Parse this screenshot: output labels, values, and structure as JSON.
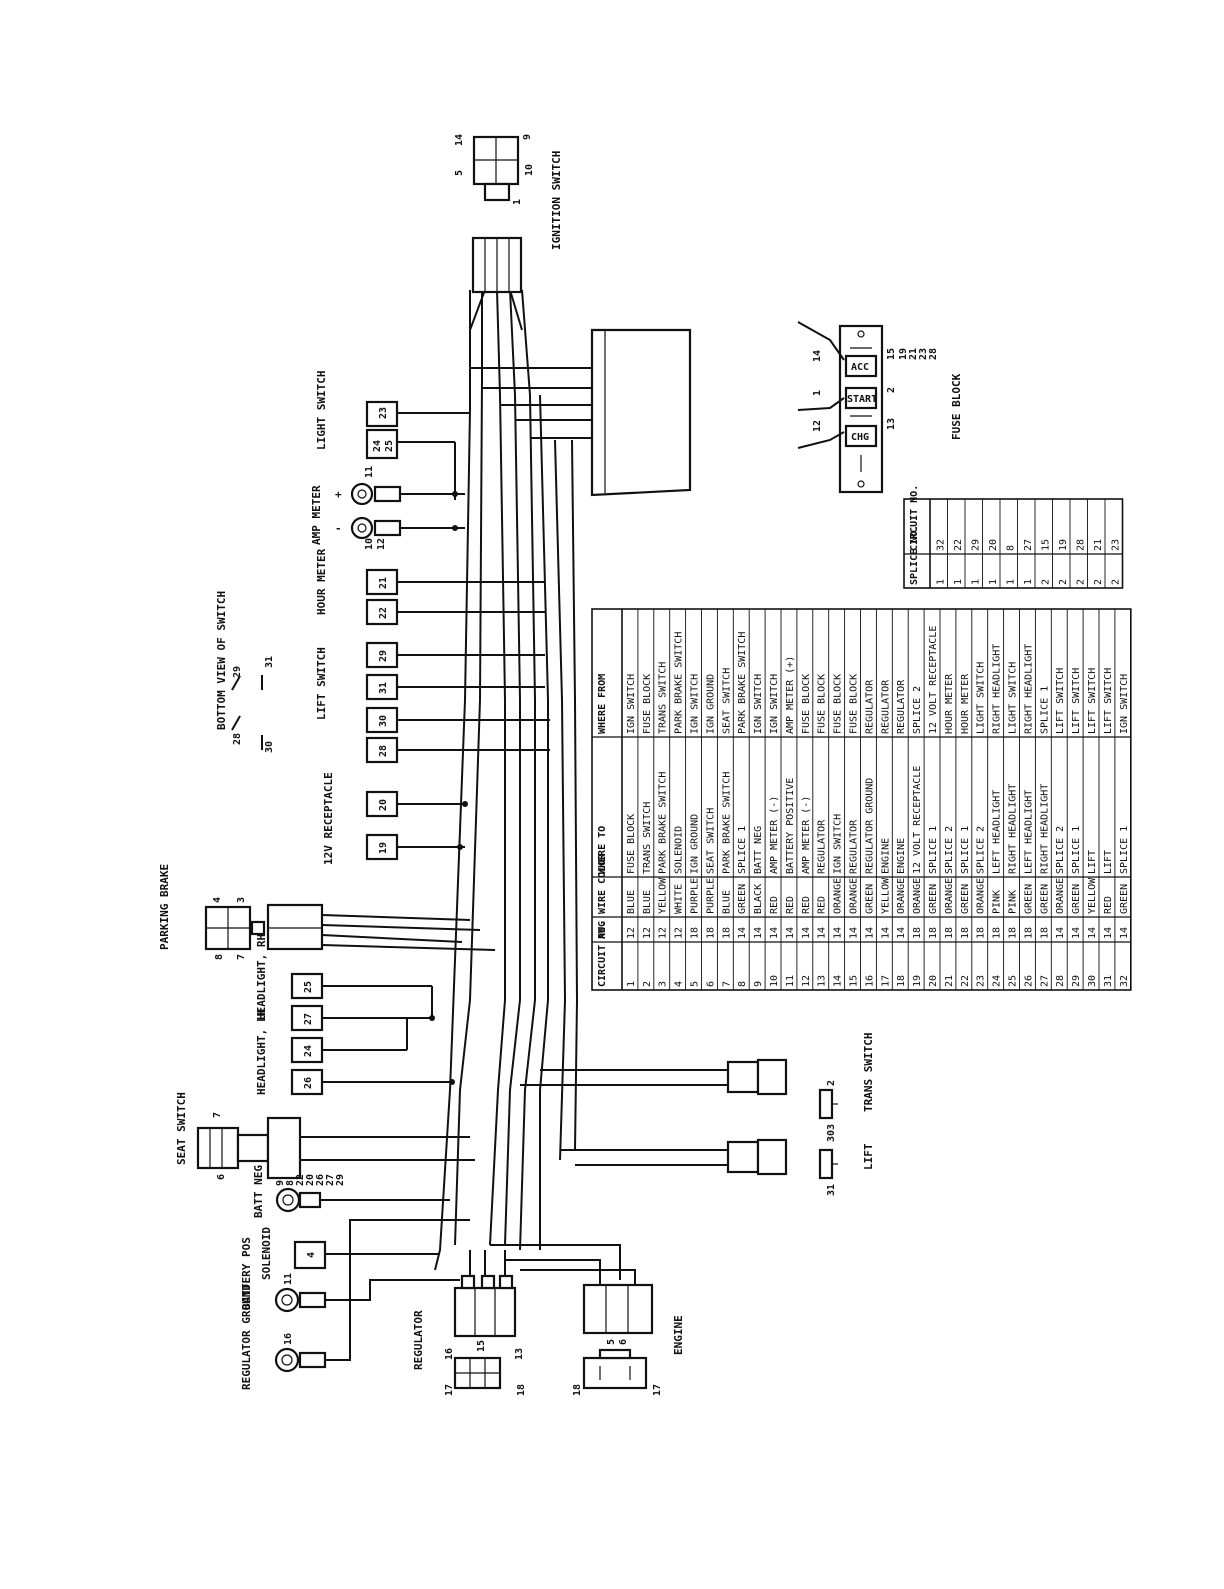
{
  "labels": {
    "ignition_switch": "IGNITION SWITCH",
    "light_switch": "LIGHT SWITCH",
    "amp_meter": "AMP METER",
    "hour_meter": "HOUR METER",
    "lift_switch": "LIFT SWITCH",
    "bottom_view": "BOTTOM VIEW OF SWITCH",
    "receptacle": "12V RECEPTACLE",
    "parking_brake": "PARKING BRAKE",
    "headlight_lh": "HEADLIGHT, LH",
    "headlight_rh": "HEADLIGHT, RH",
    "seat_switch": "SEAT SWITCH",
    "batt_neg": "BATT NEG",
    "solenoid": "SOLENOID",
    "battery_pos": "BATTERY POS",
    "regulator_ground": "REGULATOR GROUND",
    "regulator": "REGULATOR",
    "engine": "ENGINE",
    "lift": "LIFT",
    "trans_switch": "TRANS SWITCH",
    "fuse_block": "FUSE BLOCK",
    "fuse_acc": "ACC",
    "fuse_start": "START",
    "fuse_chg": "CHG",
    "amp_plus": "+",
    "amp_minus": "-"
  },
  "pin_numbers": {
    "ign": [
      "5",
      "14",
      "9",
      "1",
      "10"
    ],
    "light": [
      "23",
      "24",
      "25"
    ],
    "amp": [
      "11",
      "10",
      "12"
    ],
    "hour": [
      "21",
      "22"
    ],
    "lift": [
      "29",
      "31",
      "30"
    ],
    "lift_bottom": [
      "28",
      "29",
      "30",
      "31"
    ],
    "receptacle": [
      "28",
      "20",
      "19"
    ],
    "parking": [
      "8",
      "4",
      "3",
      "7"
    ],
    "headlights": [
      "26",
      "24",
      "27",
      "25"
    ],
    "seat": [
      "7",
      "6"
    ],
    "batt_neg": [
      "9",
      "8",
      "22",
      "20",
      "26",
      "27",
      "29"
    ],
    "solenoid": [
      "4"
    ],
    "battery_pos": [
      "11"
    ],
    "regulator_ground": [
      "16"
    ],
    "regulator": [
      "16",
      "15",
      "13",
      "17",
      "18"
    ],
    "engine": [
      "5",
      "6",
      "18",
      "17"
    ],
    "lift_conn": [
      "30",
      "31"
    ],
    "trans": [
      "3",
      "2"
    ],
    "fuse_top": [
      "14",
      "1",
      "12"
    ],
    "fuse_bottom": [
      "2",
      "13"
    ],
    "fuse_acc_side": [
      "15",
      "19",
      "21",
      "23",
      "28"
    ]
  },
  "circuit_table": {
    "headers": [
      "CIRCUIT NO.",
      "AWG",
      "WIRE COLOR",
      "WHERE TO",
      "WHERE FROM"
    ],
    "rows": [
      [
        "1",
        "12",
        "BLUE",
        "FUSE BLOCK",
        "IGN SWITCH"
      ],
      [
        "2",
        "12",
        "BLUE",
        "TRANS SWITCH",
        "FUSE BLOCK"
      ],
      [
        "3",
        "12",
        "YELLOW",
        "PARK BRAKE SWITCH",
        "TRANS SWITCH"
      ],
      [
        "4",
        "12",
        "WHITE",
        "SOLENOID",
        "PARK BRAKE SWITCH"
      ],
      [
        "5",
        "18",
        "PURPLE",
        "IGN GROUND",
        "IGN SWITCH"
      ],
      [
        "6",
        "18",
        "PURPLE",
        "SEAT SWITCH",
        "IGN GROUND"
      ],
      [
        "7",
        "18",
        "BLUE",
        "PARK BRAKE SWITCH",
        "SEAT SWITCH"
      ],
      [
        "8",
        "14",
        "GREEN",
        "SPLICE 1",
        "PARK BRAKE SWITCH"
      ],
      [
        "9",
        "14",
        "BLACK",
        "BATT NEG",
        "IGN SWITCH"
      ],
      [
        "10",
        "14",
        "RED",
        "AMP METER (-)",
        "IGN SWITCH"
      ],
      [
        "11",
        "14",
        "RED",
        "BATTERY POSITIVE",
        "AMP METER (+)"
      ],
      [
        "12",
        "14",
        "RED",
        "AMP METER (-)",
        "FUSE BLOCK"
      ],
      [
        "13",
        "14",
        "RED",
        "REGULATOR",
        "FUSE BLOCK"
      ],
      [
        "14",
        "14",
        "ORANGE",
        "IGN SWITCH",
        "FUSE BLOCK"
      ],
      [
        "15",
        "14",
        "ORANGE",
        "REGULATOR",
        "FUSE BLOCK"
      ],
      [
        "16",
        "14",
        "GREEN",
        "REGULATOR GROUND",
        "REGULATOR"
      ],
      [
        "17",
        "14",
        "YELLOW",
        "ENGINE",
        "REGULATOR"
      ],
      [
        "18",
        "14",
        "ORANGE",
        "ENGINE",
        "REGULATOR"
      ],
      [
        "19",
        "18",
        "ORANGE",
        "12 VOLT RECEPTACLE",
        "SPLICE 2"
      ],
      [
        "20",
        "18",
        "GREEN",
        "SPLICE 1",
        "12 VOLT RECEPTACLE"
      ],
      [
        "21",
        "18",
        "ORANGE",
        "SPLICE 2",
        "HOUR METER"
      ],
      [
        "22",
        "18",
        "GREEN",
        "SPLICE 1",
        "HOUR METER"
      ],
      [
        "23",
        "18",
        "ORANGE",
        "SPLICE 2",
        "LIGHT SWITCH"
      ],
      [
        "24",
        "18",
        "PINK",
        "LEFT HEADLIGHT",
        "RIGHT HEADLIGHT"
      ],
      [
        "25",
        "18",
        "PINK",
        "RIGHT HEADLIGHT",
        "LIGHT SWITCH"
      ],
      [
        "26",
        "18",
        "GREEN",
        "LEFT HEADLIGHT",
        "RIGHT HEADLIGHT"
      ],
      [
        "27",
        "18",
        "GREEN",
        "RIGHT HEADLIGHT",
        "SPLICE 1"
      ],
      [
        "28",
        "14",
        "ORANGE",
        "SPLICE 2",
        "LIFT SWITCH"
      ],
      [
        "29",
        "14",
        "GREEN",
        "SPLICE 1",
        "LIFT SWITCH"
      ],
      [
        "30",
        "14",
        "YELLOW",
        "LIFT",
        "LIFT SWITCH"
      ],
      [
        "31",
        "14",
        "RED",
        "LIFT",
        "LIFT SWITCH"
      ],
      [
        "32",
        "14",
        "GREEN",
        "SPLICE 1",
        "IGN SWITCH"
      ]
    ]
  },
  "splice_table": {
    "headers": [
      "SPLICE NO.",
      "CIRCUIT NO."
    ],
    "rows": [
      [
        "1",
        "32"
      ],
      [
        "1",
        "22"
      ],
      [
        "1",
        "29"
      ],
      [
        "1",
        "20"
      ],
      [
        "1",
        "8"
      ],
      [
        "1",
        "27"
      ],
      [
        "2",
        "15"
      ],
      [
        "2",
        "19"
      ],
      [
        "2",
        "28"
      ],
      [
        "2",
        "21"
      ],
      [
        "2",
        "23"
      ]
    ]
  }
}
